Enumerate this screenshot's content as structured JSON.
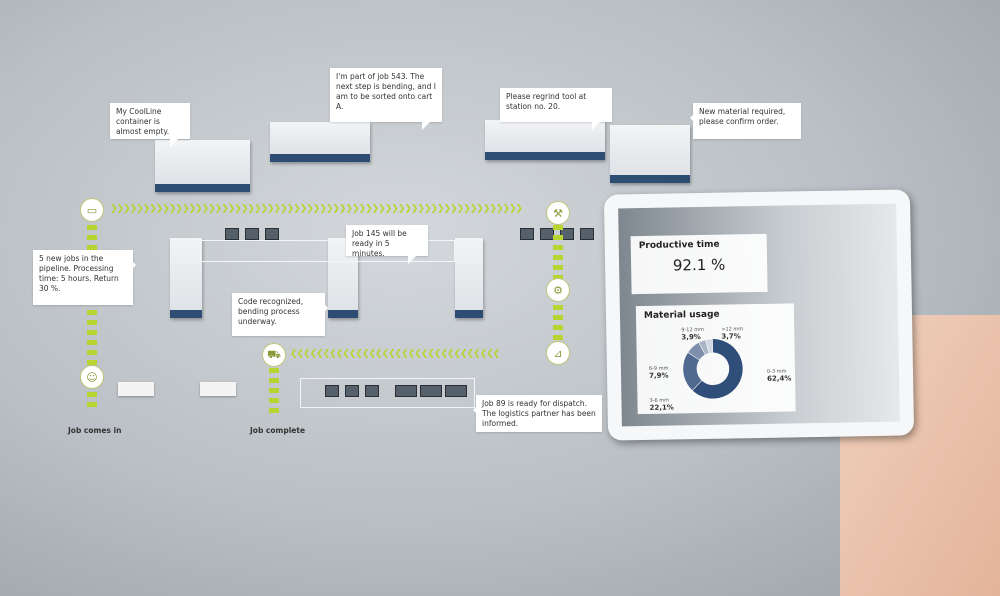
{
  "callouts": {
    "coolline": "My CoolLine container is almost empty.",
    "job543": "I'm part of job 543. The next step is bending, and I am to be sorted onto cart A.",
    "regrind": "Please regrind tool at station no. 20.",
    "material": "New material required, please confirm order.",
    "pipeline": "5 new jobs in the pipeline. Processing time: 5 hours. Return 30 %.",
    "job145": "Job 145 will be ready in 5 minutes.",
    "code": "Code recognized, bending process underway.",
    "job89": "Job 89 is ready for dispatch. The logistics partner has been informed."
  },
  "labels": {
    "job_in": "Job comes in",
    "job_complete": "Job complete"
  },
  "tablet": {
    "productive_title": "Productive time",
    "productive_value": "92.1 %",
    "material_title": "Material usage"
  },
  "chart_data": {
    "type": "pie",
    "title": "Material usage",
    "categories": [
      "0-3 mm",
      "3-6 mm",
      "6-9 mm",
      "9-12 mm",
      ">12 mm"
    ],
    "values": [
      62.4,
      22.1,
      7.9,
      3.9,
      3.7
    ],
    "value_labels": [
      "62,4%",
      "22,1%",
      "7,9%",
      "3,9%",
      "3,7%"
    ],
    "colors": [
      "#2f4f7a",
      "#50698e",
      "#7d8fab",
      "#aab6c8",
      "#d3d9e2"
    ]
  },
  "colors": {
    "accent": "#b7d431",
    "machine_blue": "#2d4d72"
  }
}
